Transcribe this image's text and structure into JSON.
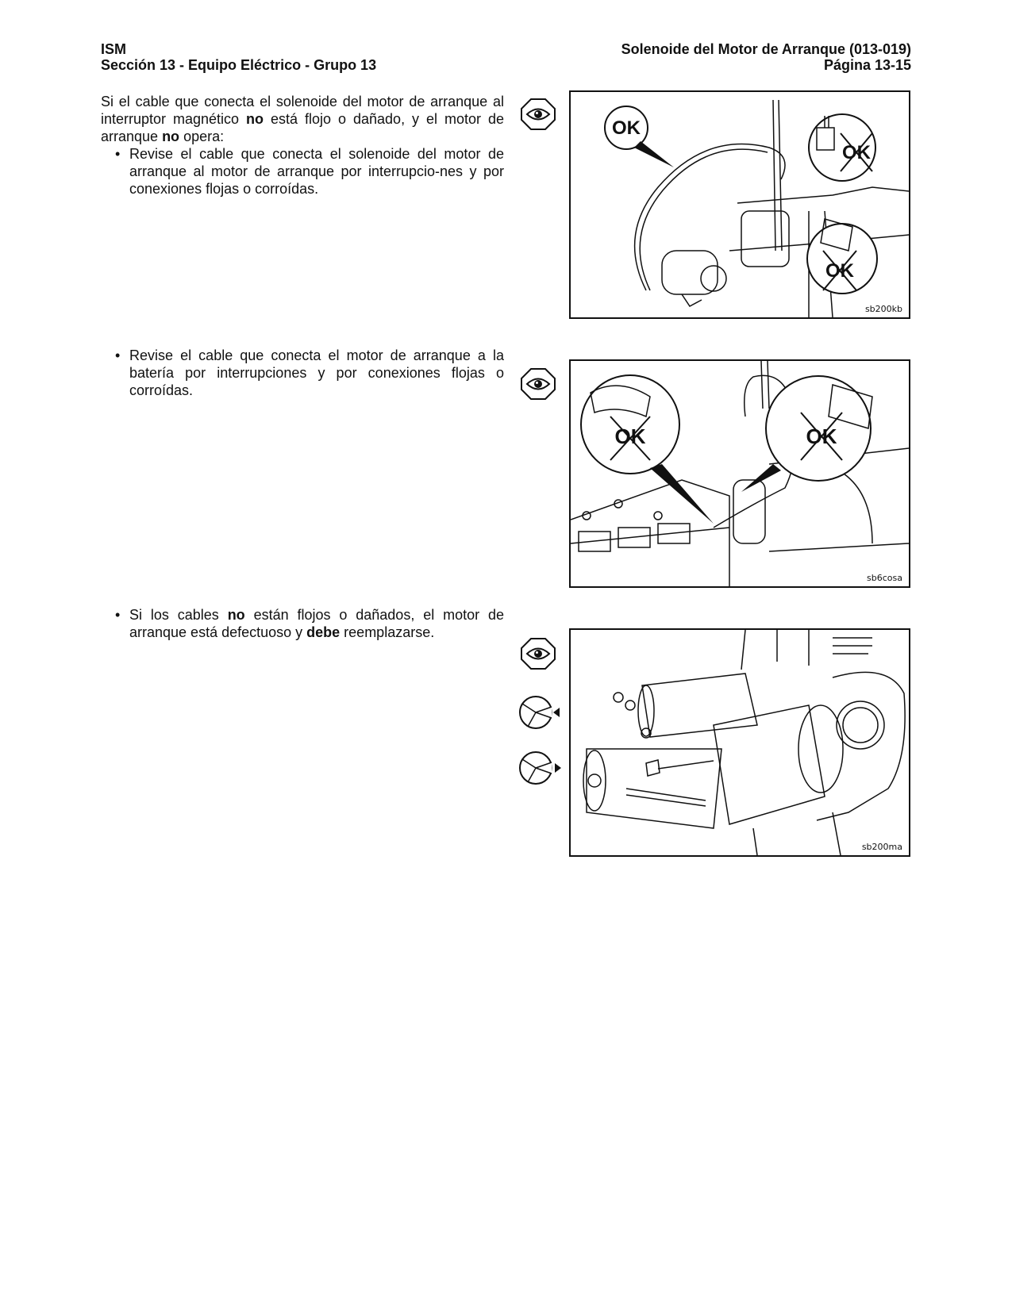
{
  "header": {
    "left_line1": "ISM",
    "left_line2": "Sección 13 - Equipo Eléctrico - Grupo 13",
    "right_line1": "Solenoide del Motor de Arranque (013-019)",
    "right_line2": "Página 13-15"
  },
  "intro": {
    "part1": "Si el cable que conecta el solenoide del motor de arranque al interruptor magnético ",
    "bold1": "no",
    "part2": " está flojo o dañado, y el motor de arranque ",
    "bold2": "no",
    "part3": " opera:"
  },
  "bullets": [
    {
      "text": "Revise el cable que conecta el solenoide del motor de arranque al motor de arranque por interrupcio-nes y por conexiones flojas o corroídas."
    },
    {
      "text": "Revise el cable que conecta el motor de arranque a la batería por interrupciones y por conexiones flojas o corroídas."
    },
    {
      "part1": "Si los cables ",
      "bold1": "no",
      "part2": " están flojos o dañados, el motor de arranque está defectuoso y ",
      "bold2": "debe",
      "part3": " reemplazarse."
    }
  ],
  "figures": [
    {
      "label": "sb200kb",
      "marks": [
        "OK",
        "OK",
        "OK"
      ]
    },
    {
      "label": "sb6cosa",
      "marks": [
        "OK",
        "OK"
      ]
    },
    {
      "label": "sb200ma"
    }
  ],
  "icons": [
    "inspect-eye-icon",
    "inspect-eye-icon",
    "inspect-eye-icon",
    "remove-wrench-icon",
    "install-wrench-icon"
  ]
}
